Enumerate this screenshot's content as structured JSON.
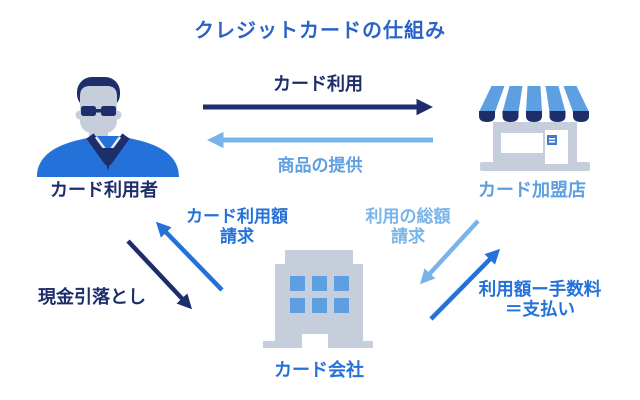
{
  "title": "クレジットカードの仕組み",
  "entities": {
    "user": {
      "label": "カード利用者",
      "icon": "business-person-icon"
    },
    "merchant": {
      "label": "カード加盟店",
      "icon": "storefront-icon"
    },
    "company": {
      "label": "カード会社",
      "icon": "office-building-icon"
    }
  },
  "flows": {
    "card_use": {
      "label": "カード利用",
      "from": "user",
      "to": "merchant"
    },
    "goods": {
      "label": "商品の提供",
      "from": "merchant",
      "to": "user"
    },
    "billing_user": {
      "label_line1": "カード利用額",
      "label_line2": "請求",
      "from": "company",
      "to": "user"
    },
    "withdrawal": {
      "label": "現金引落とし",
      "from": "user",
      "to": "company"
    },
    "total_billing": {
      "label_line1": "利用の総額",
      "label_line2": "請求",
      "from": "merchant",
      "to": "company"
    },
    "payment": {
      "label_line1": "利用額ー手数料",
      "label_line2": "＝支払い",
      "from": "company",
      "to": "merchant"
    }
  },
  "colors": {
    "title_blue": "#2a63c8",
    "navy": "#1d2e6b",
    "blue": "#2471d9",
    "sky_blue": "#5e9fe1",
    "light_blue": "#79b4e8",
    "icon_gray": "#c6cedb",
    "door_sign_blue": "#3f7ecf",
    "bg": "#ffffff"
  }
}
